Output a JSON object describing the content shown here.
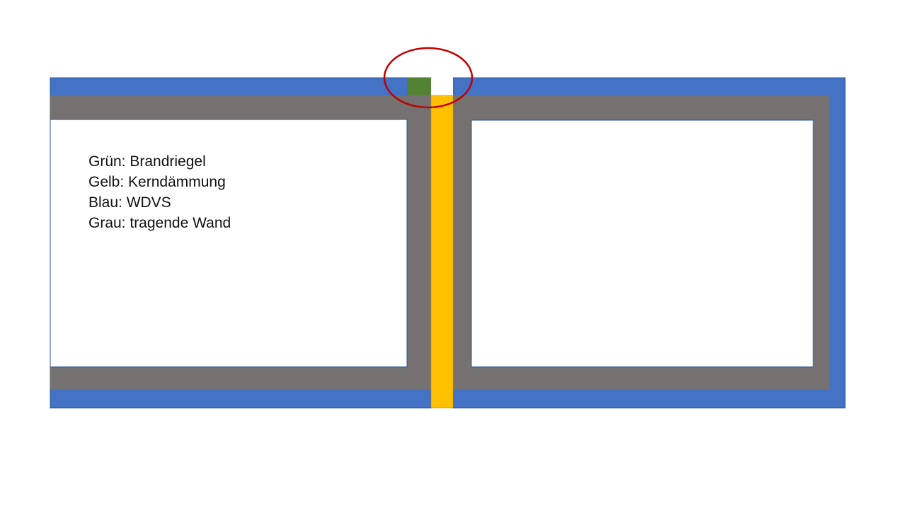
{
  "legend": [
    "Grün: Brandriegel",
    "Gelb: Kerndämmung",
    "Blau: WDVS",
    "Grau: tragende Wand"
  ],
  "colors": {
    "wdvs_blue": "#4472C4",
    "wall_grey": "#767171",
    "core_insulation_yellow": "#FFC000",
    "fire_barrier_green": "#548235",
    "highlight_red": "#C00000",
    "outline_blue": "#2F5597"
  }
}
